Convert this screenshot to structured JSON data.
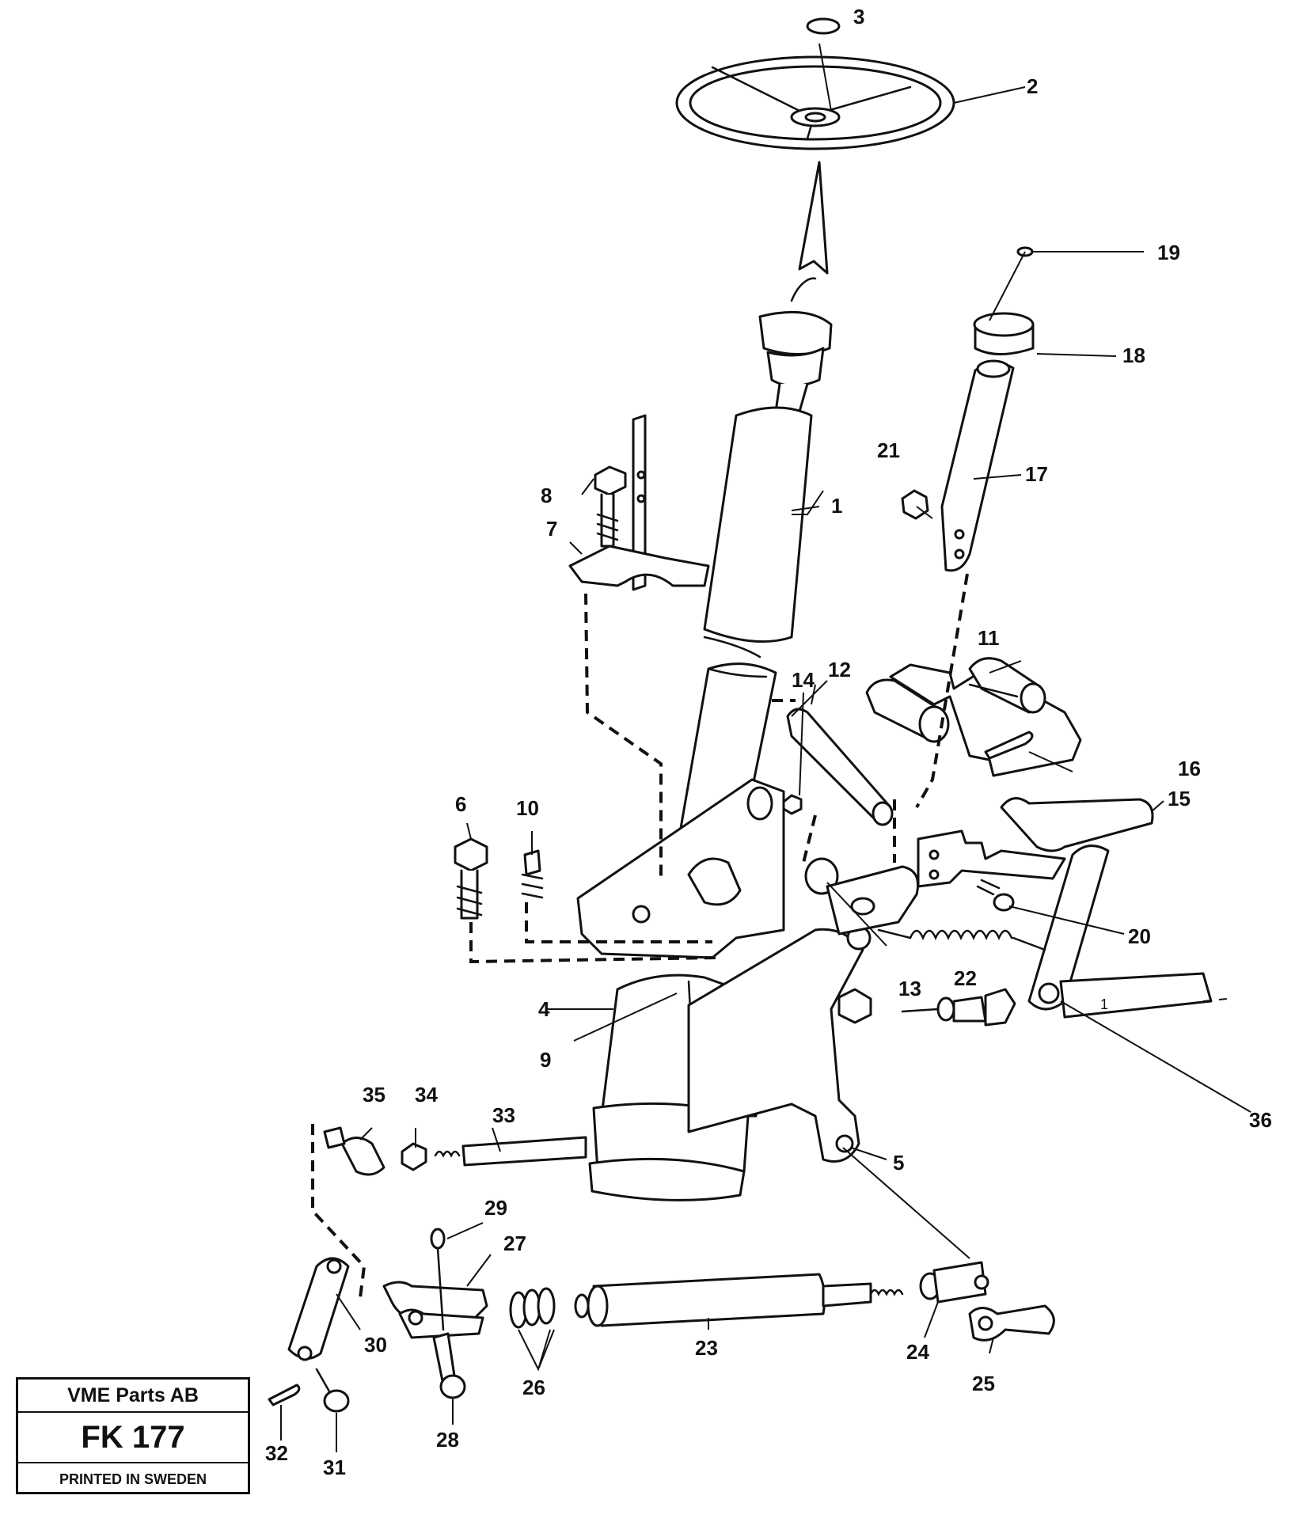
{
  "title_block": {
    "company": "VME Parts AB",
    "code": "FK 177",
    "printed": "PRINTED IN SWEDEN"
  },
  "callouts": [
    {
      "id": "c1",
      "label": "1"
    },
    {
      "id": "c2",
      "label": "2"
    },
    {
      "id": "c3",
      "label": "3"
    },
    {
      "id": "c4",
      "label": "4"
    },
    {
      "id": "c5",
      "label": "5"
    },
    {
      "id": "c6",
      "label": "6"
    },
    {
      "id": "c7",
      "label": "7"
    },
    {
      "id": "c8",
      "label": "8"
    },
    {
      "id": "c9",
      "label": "9"
    },
    {
      "id": "c10",
      "label": "10"
    },
    {
      "id": "c11",
      "label": "11"
    },
    {
      "id": "c12",
      "label": "12"
    },
    {
      "id": "c13",
      "label": "13"
    },
    {
      "id": "c14",
      "label": "14"
    },
    {
      "id": "c15",
      "label": "15"
    },
    {
      "id": "c16",
      "label": "16"
    },
    {
      "id": "c17",
      "label": "17"
    },
    {
      "id": "c18",
      "label": "18"
    },
    {
      "id": "c19",
      "label": "19"
    },
    {
      "id": "c20",
      "label": "20"
    },
    {
      "id": "c21",
      "label": "21"
    },
    {
      "id": "c22",
      "label": "22"
    },
    {
      "id": "c23",
      "label": "23"
    },
    {
      "id": "c24",
      "label": "24"
    },
    {
      "id": "c25",
      "label": "25"
    },
    {
      "id": "c26",
      "label": "26"
    },
    {
      "id": "c27",
      "label": "27"
    },
    {
      "id": "c28",
      "label": "28"
    },
    {
      "id": "c29",
      "label": "29"
    },
    {
      "id": "c30",
      "label": "30"
    },
    {
      "id": "c31",
      "label": "31"
    },
    {
      "id": "c32",
      "label": "32"
    },
    {
      "id": "c33",
      "label": "33"
    },
    {
      "id": "c34",
      "label": "34"
    },
    {
      "id": "c35",
      "label": "35"
    },
    {
      "id": "c36",
      "label": "36"
    }
  ],
  "rod_marker": "1"
}
